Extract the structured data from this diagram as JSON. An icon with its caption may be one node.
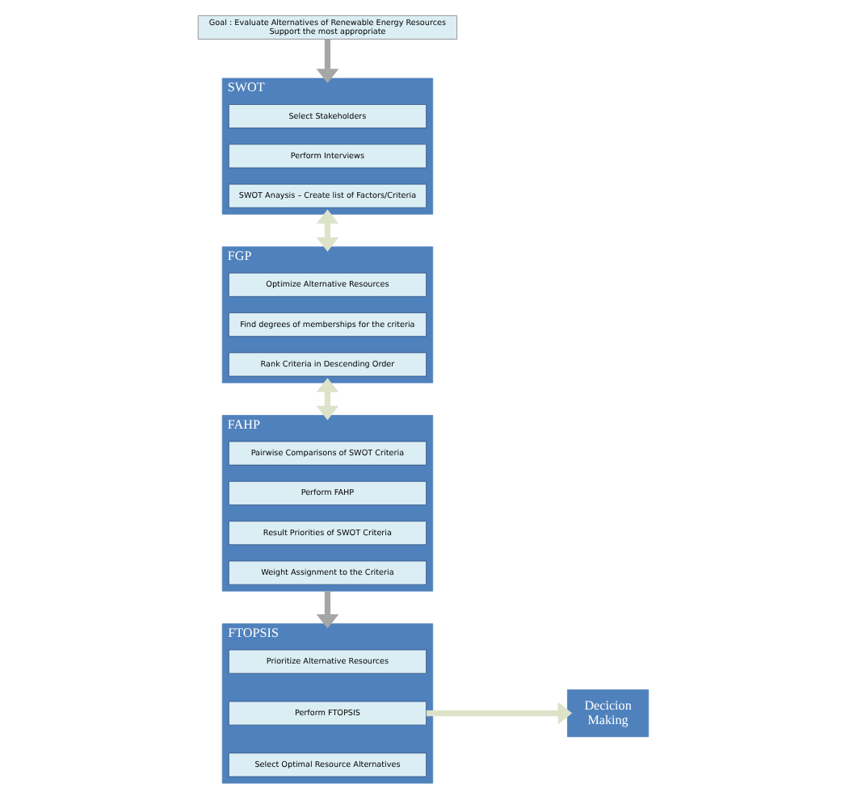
{
  "diagram": {
    "nodes": [
      {
        "text": [
          "Goal : Evaluate Alternatives of Renewable Energy Resources Support the most appropriate"
        ]
      },
      {
        "text": [
          "SWOT"
        ]
      },
      {
        "text": [
          "Select Stakeholders"
        ],
        "in": 1
      },
      {
        "text": [
          "Perform Interviews"
        ],
        "in": 1
      },
      {
        "text": [
          "SWOT Anaysis – Create list of Factors/Criteria"
        ],
        "in": 1
      },
      {
        "text": [
          "FGP"
        ]
      },
      {
        "text": [
          "Optimize Alternative Resources"
        ],
        "in": 5
      },
      {
        "text": [
          "Find degrees of memberships for the criteria"
        ],
        "in": 5
      },
      {
        "text": [
          "Rank Criteria in Descending Order"
        ],
        "in": 5
      },
      {
        "text": [
          "FAHP"
        ]
      },
      {
        "text": [
          "Pairwise Comparisons of SWOT Criteria"
        ],
        "in": 9
      },
      {
        "text": [
          "Perform FAHP"
        ],
        "in": 9
      },
      {
        "text": [
          "Result Priorities of SWOT Criteria"
        ],
        "in": 9
      },
      {
        "text": [
          "Weight Assignment to the Criteria"
        ],
        "in": 9
      },
      {
        "text": [
          "FTOPSIS"
        ]
      },
      {
        "text": [
          "Prioritize Alternative Resources"
        ],
        "in": 14
      },
      {
        "text": [
          "Perform FTOPSIS"
        ],
        "in": 14
      },
      {
        "text": [
          "Select Optimal Resource Alternatives"
        ],
        "in": 14
      },
      {
        "text": [
          "Decicion Making"
        ]
      }
    ],
    "edges": [
      {
        "from": 0,
        "to": 1,
        "arrow": "to",
        "color": "#a6a6a6"
      },
      {
        "from": 1,
        "to": 5,
        "arrow": "both",
        "color": "#dde3c8"
      },
      {
        "from": 5,
        "to": 9,
        "arrow": "both",
        "color": "#dde3c8"
      },
      {
        "from": 9,
        "to": 14,
        "arrow": "to",
        "color": "#a6a6a6"
      },
      {
        "from": 16,
        "to": 18,
        "arrow": "to",
        "color": "#dde3c8"
      }
    ]
  }
}
